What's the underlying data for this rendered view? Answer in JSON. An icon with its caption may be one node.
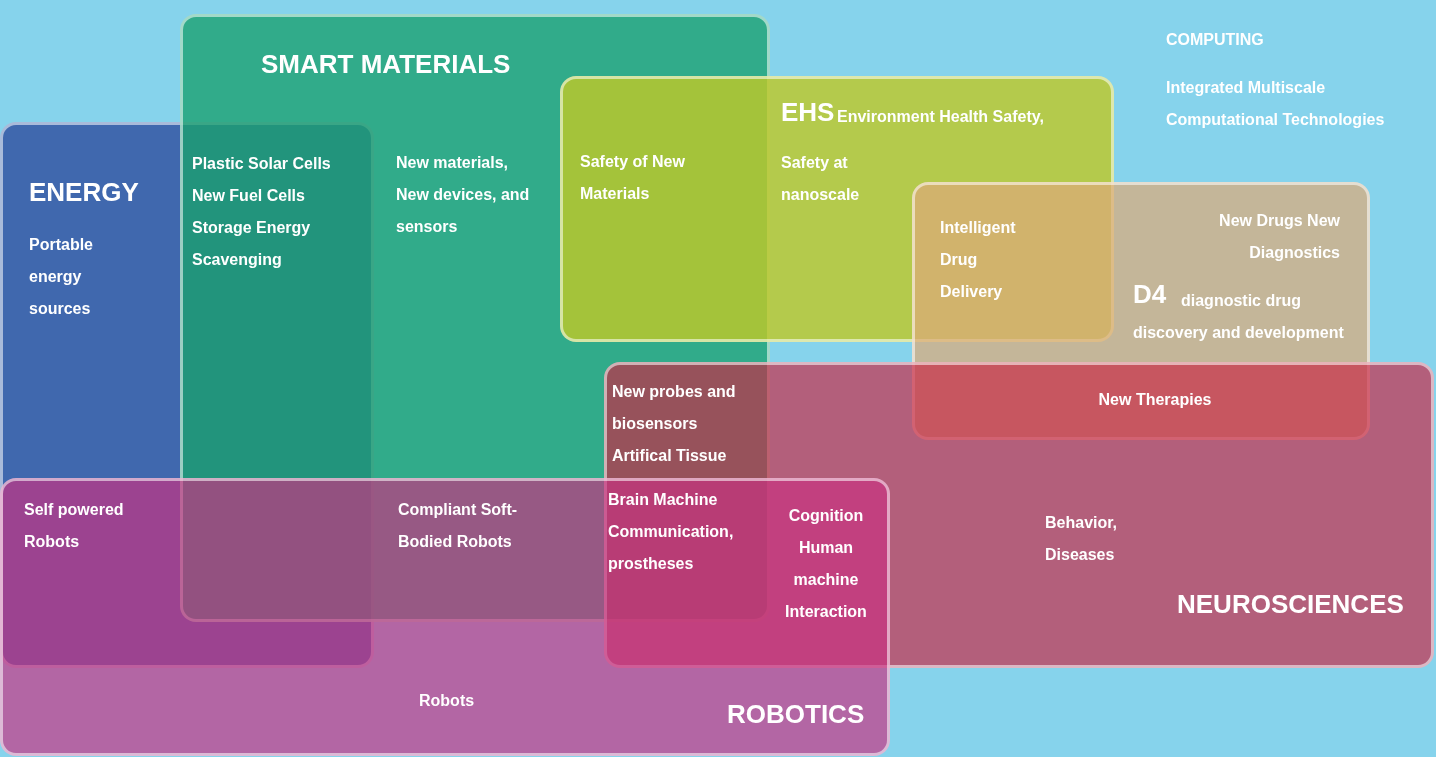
{
  "diagram": {
    "nodes": [
      {
        "text": [
          "ENERGY",
          "Portable energy sources"
        ]
      },
      {
        "text": [
          "SMART MATERIALS",
          "New materials, New devices, and sensors"
        ]
      },
      {
        "text": [
          "EHS",
          "Environment Health Safety,",
          "Safety at nanoscale"
        ]
      },
      {
        "text": [
          "New Drugs New Diagnostics",
          "D4",
          "diagnostic drug discovery and development"
        ]
      },
      {
        "text": [
          "Behavior, Diseases",
          "NEUROSCIENCES"
        ]
      },
      {
        "text": [
          "Robots",
          "ROBOTICS"
        ]
      }
    ],
    "edges": [],
    "labels": [
      "COMPUTING",
      "Integrated Multiscale Computational Technologies",
      "Plastic Solar Cells New Fuel Cells Storage Energy Scavenging",
      "Safety of New Materials",
      "Intelligent Drug Delivery",
      "New probes and biosensors Artifical Tissue",
      "New Therapies",
      "Self powered Robots",
      "Compliant Soft-Bodied Robots",
      "Brain Machine Communication, prostheses",
      "Cognition Human machine Interaction"
    ]
  }
}
